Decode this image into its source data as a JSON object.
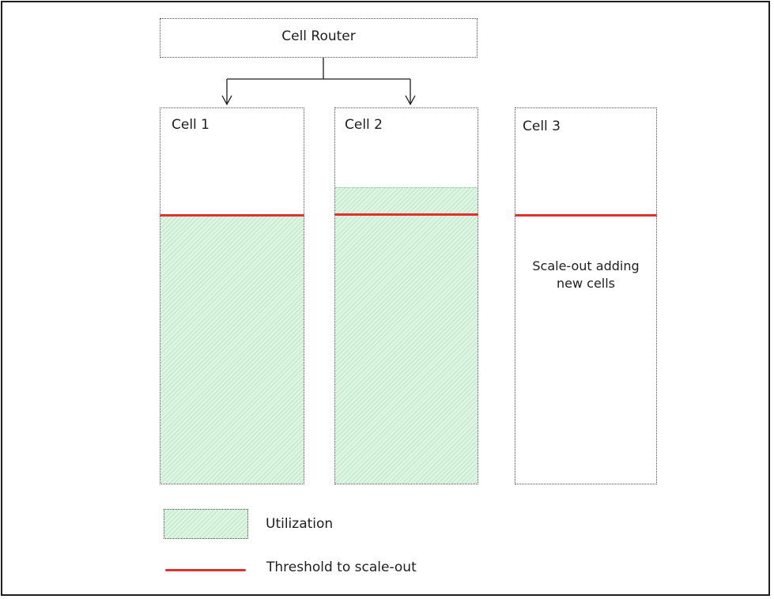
{
  "router": {
    "label": "Cell Router"
  },
  "cells": [
    {
      "label": "Cell 1",
      "utilization_fraction": 0.72
    },
    {
      "label": "Cell 2",
      "utilization_fraction": 0.79
    },
    {
      "label": "Cell 3",
      "note": "Scale-out adding\nnew cells"
    }
  ],
  "legend": {
    "utilization_label": "Utilization",
    "threshold_label": "Threshold to scale-out"
  },
  "colors": {
    "threshold": "#e03131",
    "utilization_fill": "#dff5e4",
    "stroke": "#1e1e1e"
  }
}
